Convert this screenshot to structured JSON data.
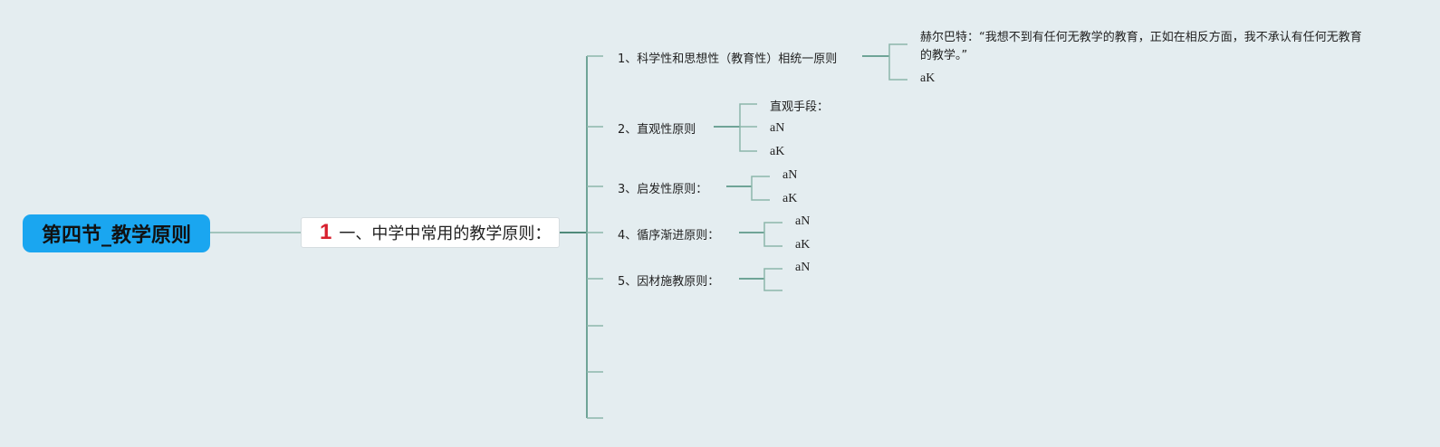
{
  "root": {
    "label": "第四节_教学原则",
    "color": "#1aa6f0"
  },
  "main_topic": {
    "marker": "1",
    "label": "一、中学中常用的教学原则：",
    "marker_color": "#d8202e"
  },
  "line_color": "#6fa497",
  "subtopics": [
    {
      "label": "1、科学性和思想性（教育性）相统一原则",
      "children": [
        "赫尔巴特：“我想不到有任何无教学的教育，正如在相反方面，我不承认有任何无教育的教学。”",
        "aK"
      ]
    },
    {
      "label": "2、直观性原则",
      "children": [
        "直观手段：",
        "aN",
        "aK"
      ]
    },
    {
      "label": "3、启发性原则：",
      "children": [
        "aN",
        "aK"
      ]
    },
    {
      "label": "4、循序渐进原则：",
      "children": [
        "aN",
        "aK"
      ]
    },
    {
      "label": "5、因材施教原则：",
      "children": [
        "aN",
        ""
      ]
    },
    {
      "label": "",
      "children": []
    },
    {
      "label": "",
      "children": []
    },
    {
      "label": "",
      "children": []
    }
  ]
}
